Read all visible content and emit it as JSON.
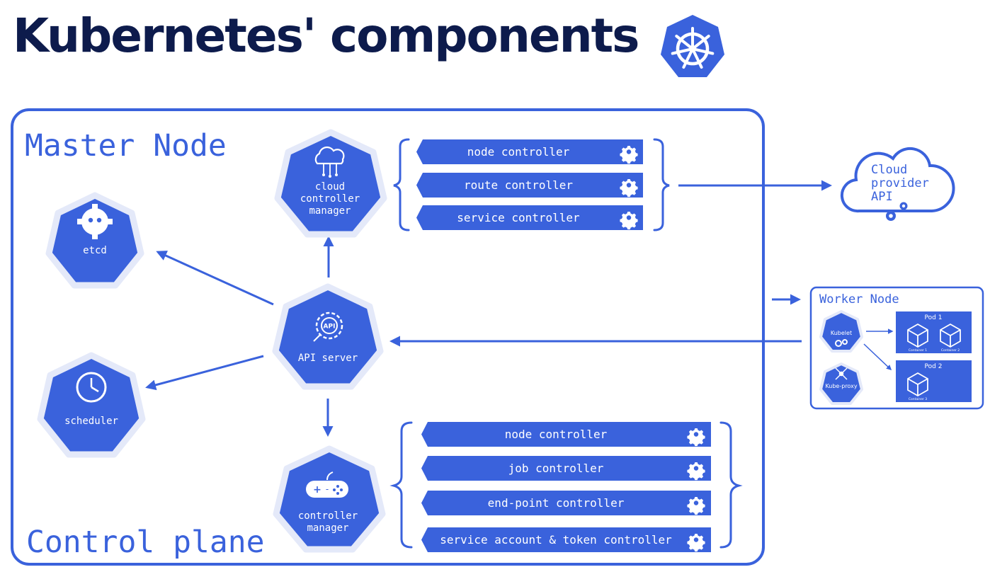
{
  "title": "Kubernetes' components",
  "master_node_label": "Master Node",
  "control_plane_label": "Control plane",
  "nodes": {
    "etcd": "etcd",
    "scheduler": "scheduler",
    "api_server": "API server",
    "cloud_controller_manager": [
      "cloud",
      "controller",
      "manager"
    ],
    "controller_manager": [
      "controller",
      "manager"
    ]
  },
  "cloud_controllers": [
    "node controller",
    "route controller",
    "service controller"
  ],
  "controllers": [
    "node controller",
    "job controller",
    "end-point controller",
    "service account & token controller"
  ],
  "cloud_provider": [
    "Cloud",
    "provider",
    "API"
  ],
  "worker_node": {
    "title": "Worker Node",
    "kubelet": "Kubelet",
    "kube_proxy": "Kube-proxy",
    "pod1": "Pod 1",
    "pod2": "Pod 2",
    "containers": [
      "Container 1",
      "Container 2",
      "Container 3"
    ]
  },
  "api_badge": "API",
  "colors": {
    "primary": "#3a62dc",
    "title": "#0d1b4c",
    "halo": "#e4e9f9"
  }
}
